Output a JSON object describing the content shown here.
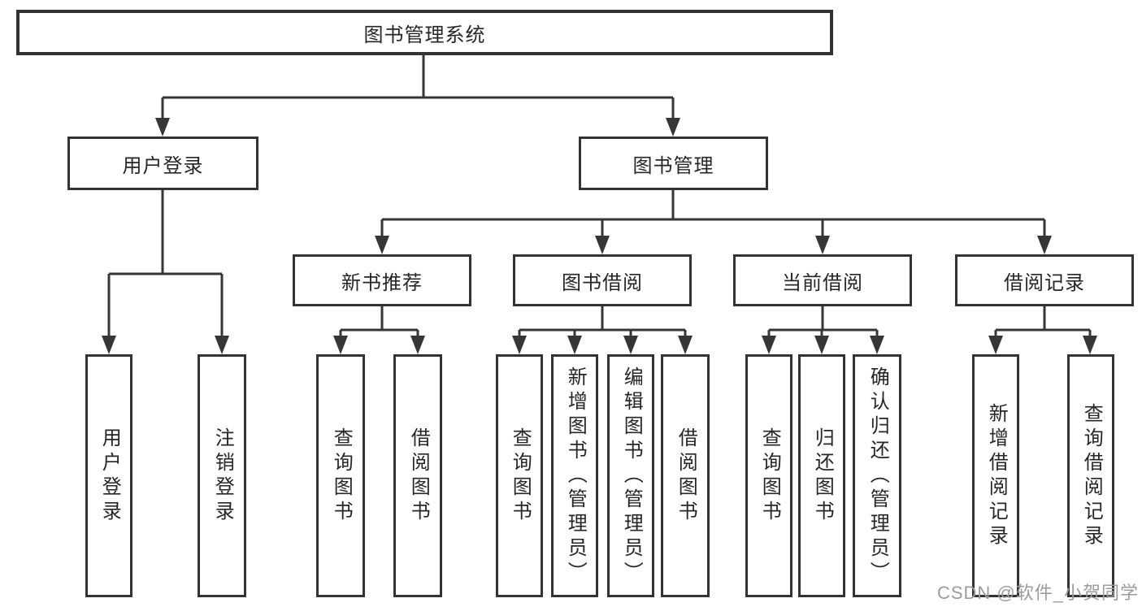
{
  "tree": {
    "label": "图书管理系统",
    "children": [
      {
        "label": "用户登录",
        "children": [
          {
            "label": "用户登录"
          },
          {
            "label": "注销登录"
          }
        ]
      },
      {
        "label": "图书管理",
        "children": [
          {
            "label": "新书推荐",
            "children": [
              {
                "label": "查询图书"
              },
              {
                "label": "借阅图书"
              }
            ]
          },
          {
            "label": "图书借阅",
            "children": [
              {
                "label": "查询图书"
              },
              {
                "label": "新增图书（管理员）"
              },
              {
                "label": "编辑图书（管理员）"
              },
              {
                "label": "借阅图书"
              }
            ]
          },
          {
            "label": "当前借阅",
            "children": [
              {
                "label": "查询图书"
              },
              {
                "label": "归还图书"
              },
              {
                "label": "确认归还（管理员）"
              }
            ]
          },
          {
            "label": "借阅记录",
            "children": [
              {
                "label": "新增借阅记录"
              },
              {
                "label": "查询借阅记录"
              }
            ]
          }
        ]
      }
    ]
  },
  "watermark": {
    "text": "CSDN @软件_小贺同学"
  },
  "colors": {
    "line": "#363636",
    "border": "#333333",
    "text": "#262626",
    "watermark": "#9c9c9c",
    "background": "#ffffff"
  }
}
